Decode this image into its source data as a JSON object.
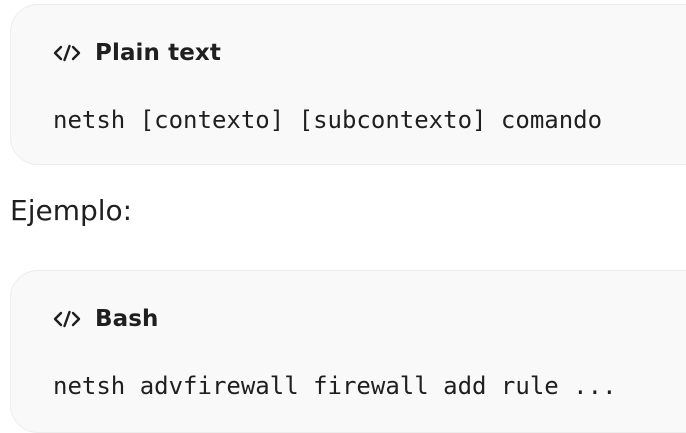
{
  "blocks": [
    {
      "language": "Plain text",
      "code": "netsh [contexto] [subcontexto] comando",
      "icon": "code-icon"
    },
    {
      "language": "Bash",
      "code": "netsh advfirewall firewall add rule ...",
      "icon": "code-icon"
    }
  ],
  "paragraph": {
    "text": "Ejemplo:"
  },
  "colors": {
    "card_bg": "#f9f9f9",
    "card_border": "#ededed",
    "text": "#1f1f1f"
  }
}
